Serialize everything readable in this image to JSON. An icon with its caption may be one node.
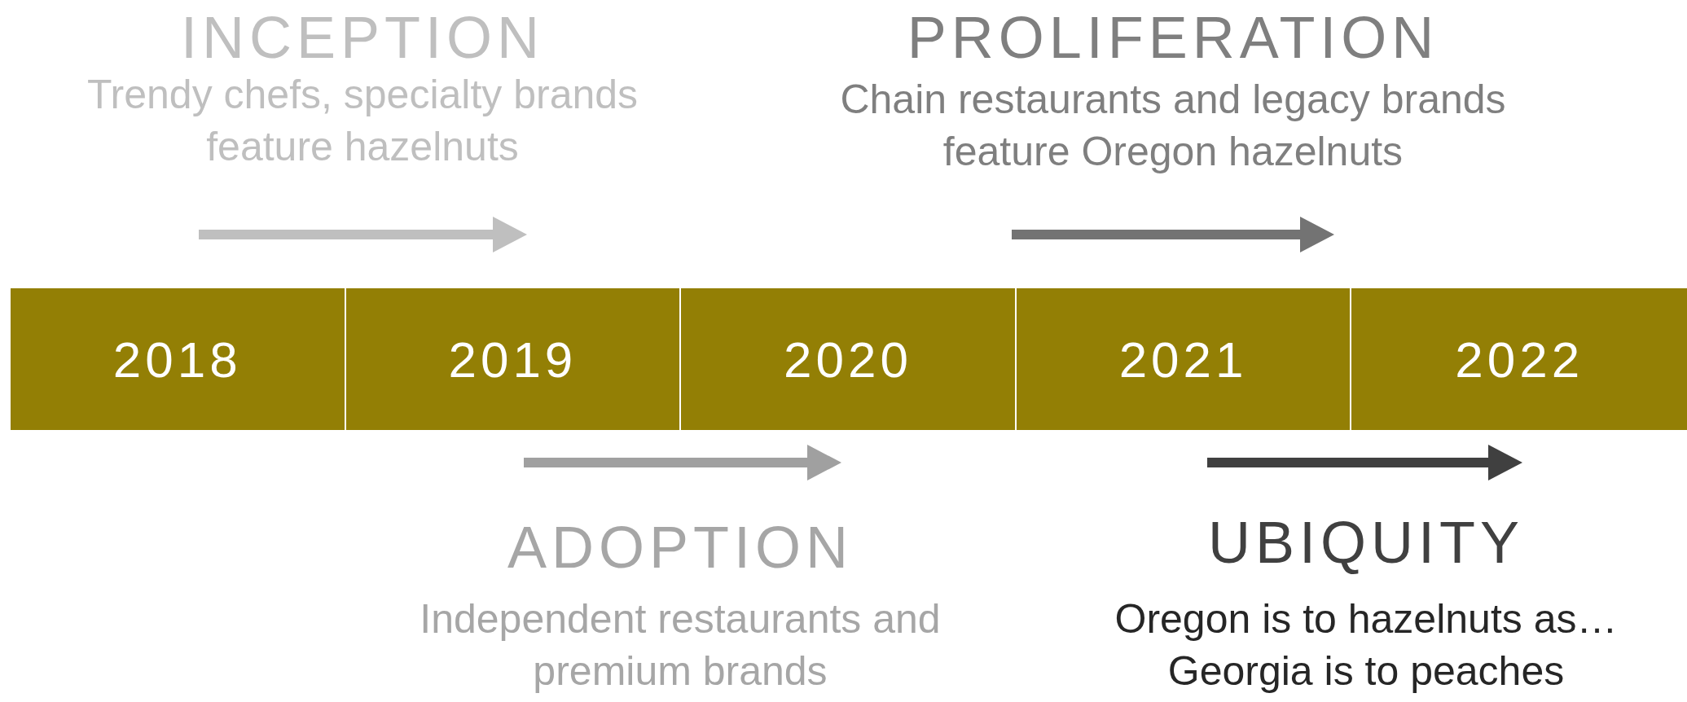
{
  "diagram": {
    "nodes": [
      {
        "text": [
          "2018"
        ]
      },
      {
        "text": [
          "2019"
        ]
      },
      {
        "text": [
          "2020"
        ]
      },
      {
        "text": [
          "2021"
        ]
      },
      {
        "text": [
          "2022"
        ]
      }
    ],
    "labels": [
      "INCEPTION",
      "Trendy chefs, specialty brands feature hazelnuts",
      "PROLIFERATION",
      "Chain restaurants and legacy brands feature Oregon hazelnuts",
      "ADOPTION",
      "Independent restaurants and premium brands",
      "UBIQUITY",
      "Oregon is to hazelnuts as… Georgia is to peaches"
    ]
  }
}
